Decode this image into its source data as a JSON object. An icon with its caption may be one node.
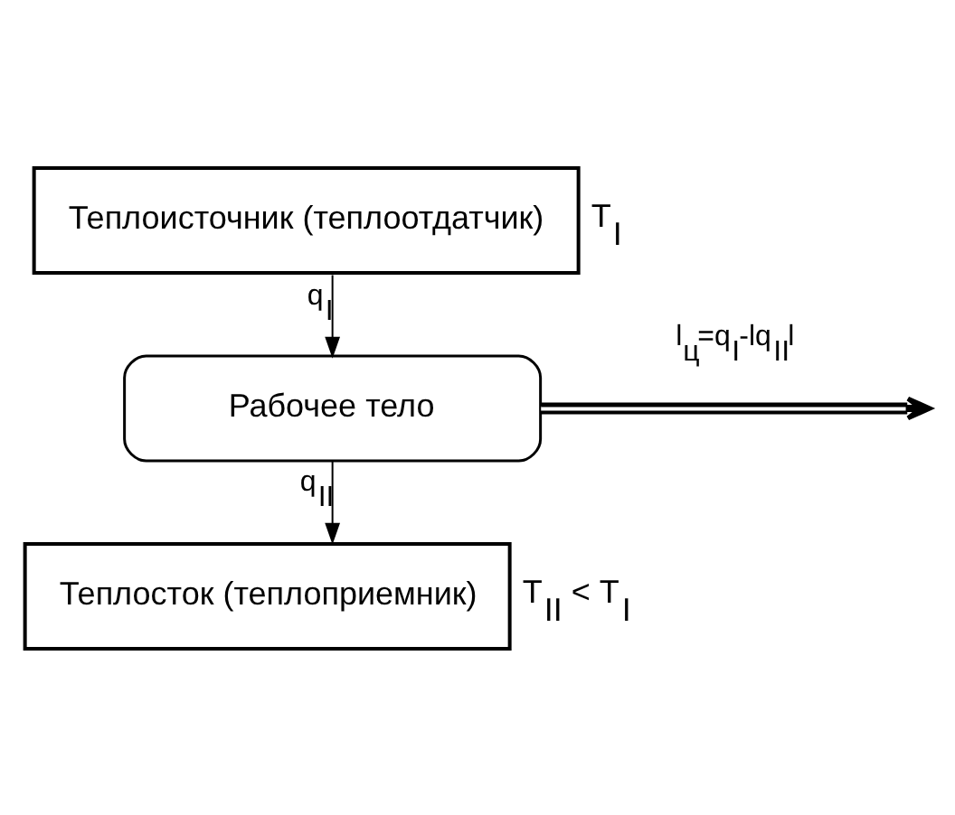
{
  "diagram": {
    "nodes": [
      {
        "text": [
          "Теплоисточник (теплоотдатчик)"
        ],
        "beside": [
          "T$_{I}$"
        ]
      },
      {
        "text": [
          "Рабочее тело"
        ]
      },
      {
        "text": [
          "Теплосток (теплоприемник)"
        ],
        "beside": [
          "T$_{II}$ < T$_{I}$"
        ]
      }
    ],
    "edges": [
      {
        "from": 0,
        "to": 1,
        "arrow": "to",
        "label": "q$_{I}$"
      },
      {
        "from": 1,
        "to": null,
        "arrow": "to",
        "label": "l$_{ц}$=q$_{I}$-lq$_{II}$l",
        "style": "thick"
      },
      {
        "from": 1,
        "to": 2,
        "arrow": "to",
        "label": "q$_{II}$"
      }
    ]
  }
}
